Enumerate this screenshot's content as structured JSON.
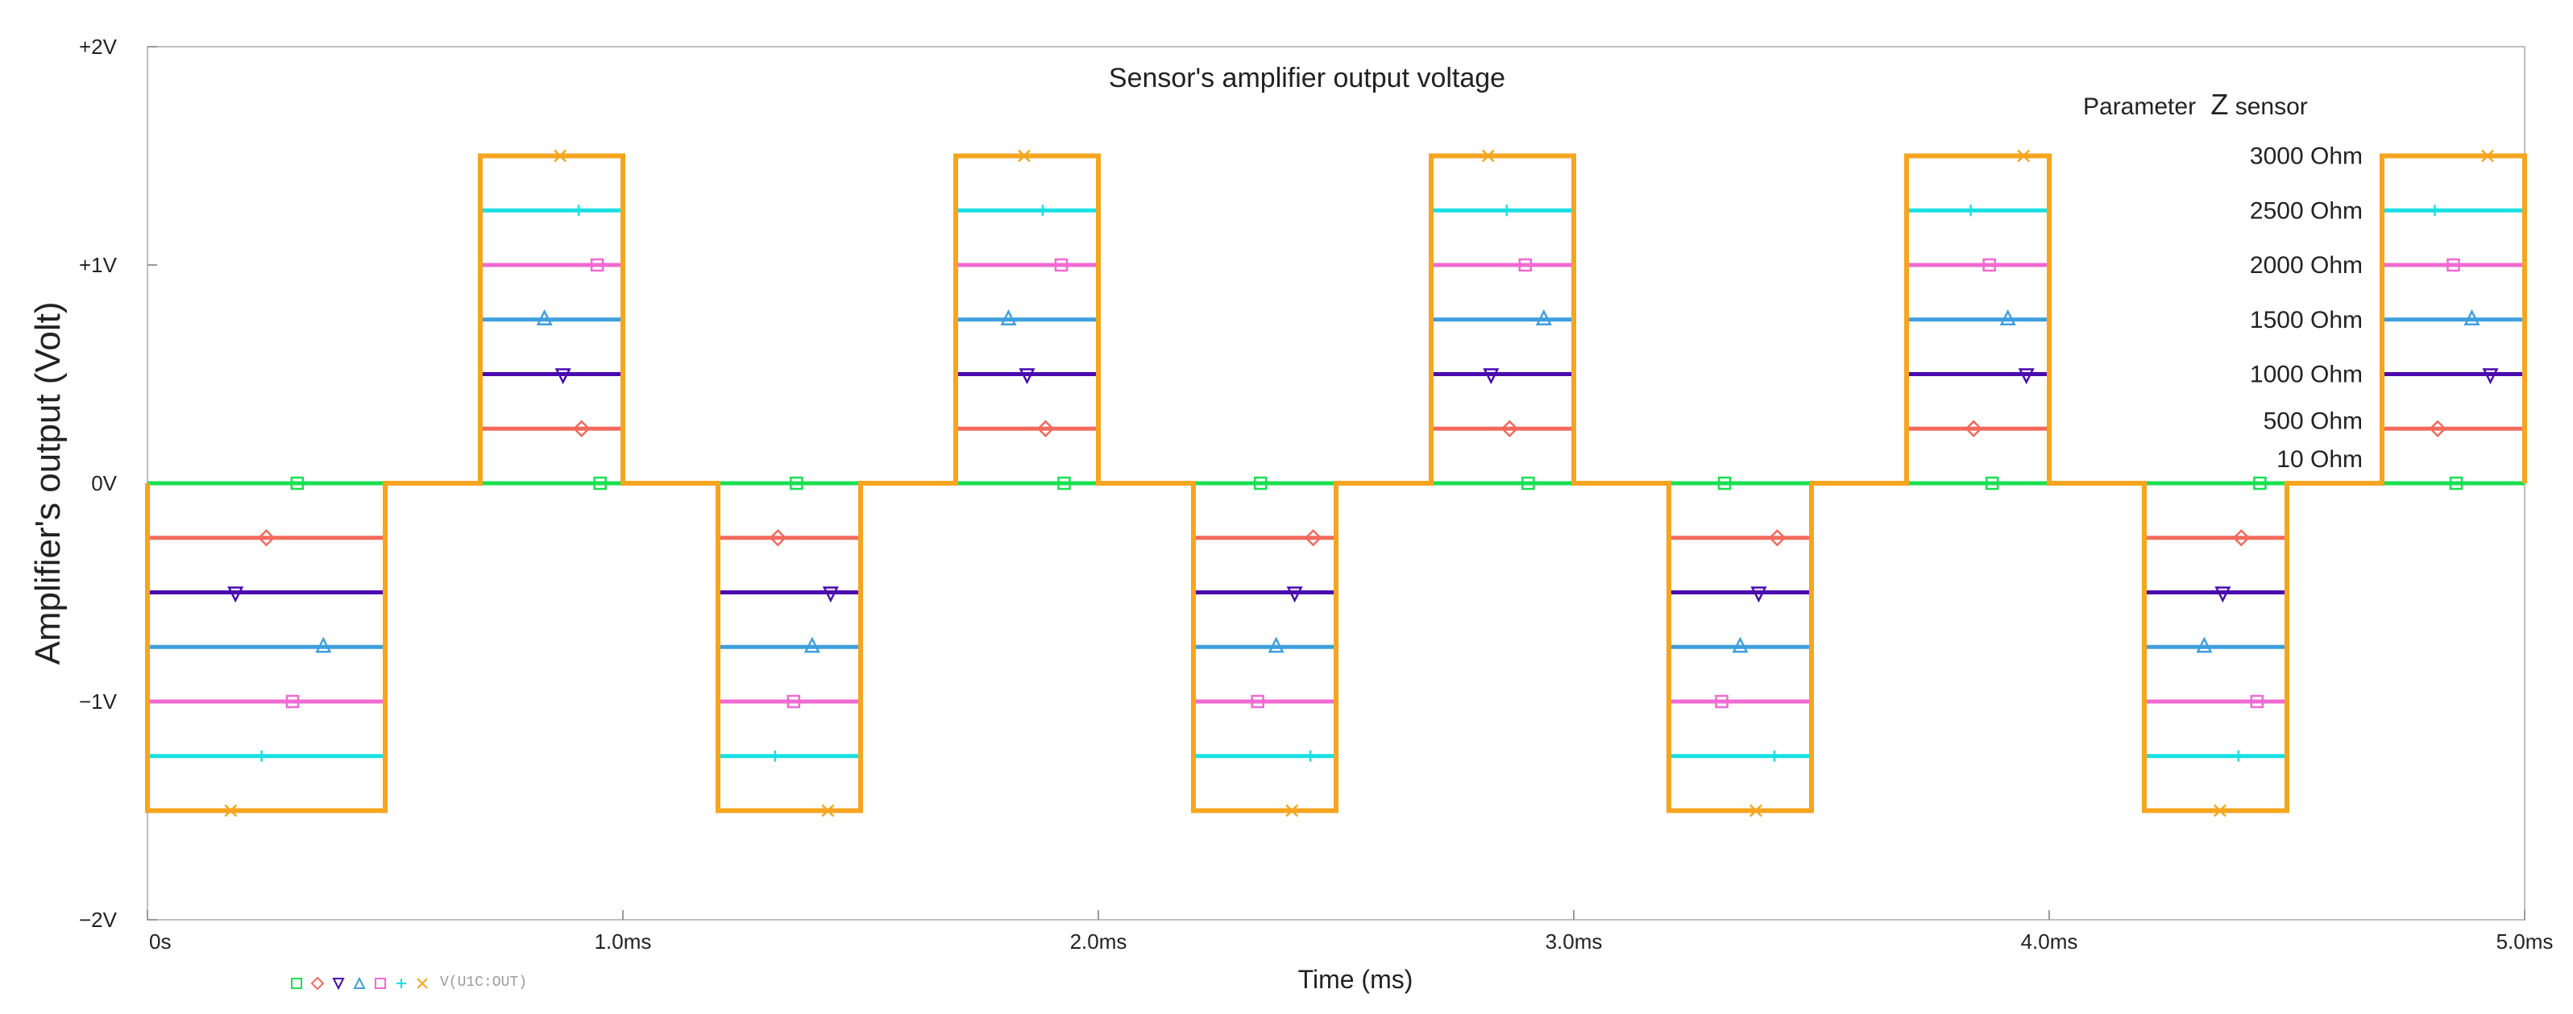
{
  "chart_data": {
    "type": "line",
    "title": "Sensor's amplifier output voltage",
    "xlabel": "Time (ms)",
    "ylabel": "Amplifier's output (Volt)",
    "xlim": [
      0,
      5.0
    ],
    "ylim": [
      -2,
      2
    ],
    "x_ticks": [
      {
        "value": 0,
        "label": "0s"
      },
      {
        "value": 1.0,
        "label": "1.0ms"
      },
      {
        "value": 2.0,
        "label": "2.0ms"
      },
      {
        "value": 3.0,
        "label": "3.0ms"
      },
      {
        "value": 4.0,
        "label": "4.0ms"
      },
      {
        "value": 5.0,
        "label": "5.0ms"
      }
    ],
    "y_ticks": [
      {
        "value": 2,
        "label": "+2V"
      },
      {
        "value": 1,
        "label": "+1V"
      },
      {
        "value": 0,
        "label": "0V"
      },
      {
        "value": -1,
        "label": "−1V"
      },
      {
        "value": -2,
        "label": "−2V"
      }
    ],
    "grid": false,
    "legend": {
      "title_prefix": "Parameter",
      "title_symbol": "Z",
      "title_subscript": "sensor",
      "placement": "right",
      "probe_label": "V(U1C:OUT)"
    },
    "pulses": {
      "negative": [
        [
          0,
          0.5
        ],
        [
          1.2,
          1.5
        ],
        [
          2.2,
          2.5
        ],
        [
          3.2,
          3.5
        ],
        [
          4.2,
          4.5
        ]
      ],
      "positive": [
        [
          0.7,
          1.0
        ],
        [
          1.7,
          2.0
        ],
        [
          2.7,
          3.0
        ],
        [
          3.7,
          4.0
        ],
        [
          4.7,
          5.0
        ]
      ]
    },
    "series": [
      {
        "name": "3000 Ohm",
        "amplitude": 1.5,
        "color": "#f5a51f",
        "marker": "x"
      },
      {
        "name": "2500 Ohm",
        "amplitude": 1.25,
        "color": "#19dfe3",
        "marker": "+"
      },
      {
        "name": "2000 Ohm",
        "amplitude": 1.0,
        "color": "#f06ad2",
        "marker": "square"
      },
      {
        "name": "1500 Ohm",
        "amplitude": 0.75,
        "color": "#3e9fdc",
        "marker": "triangle"
      },
      {
        "name": "1000 Ohm",
        "amplitude": 0.5,
        "color": "#4a0ab0",
        "marker": "inverted-triangle"
      },
      {
        "name": "500 Ohm",
        "amplitude": 0.25,
        "color": "#f26a5c",
        "marker": "diamond"
      },
      {
        "name": "10 Ohm",
        "amplitude": 0.0,
        "color": "#18e050",
        "marker": "square"
      }
    ]
  }
}
